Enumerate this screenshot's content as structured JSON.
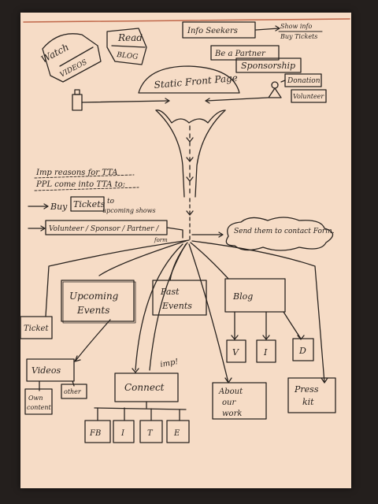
{
  "colors": {
    "paper": "#f6dcc6",
    "ink": "#2a2420",
    "margin_line": "#c0674a",
    "background": "#241f1d"
  },
  "top": {
    "watch": "Watch",
    "videos": "VIDEOS",
    "read": "Read",
    "blog": "BLOG",
    "info_seekers": "Info Seekers",
    "show_info": "Show info",
    "buy_tickets": "Buy Tickets",
    "be_a_partner": "Be a Partner",
    "sponsorship": "Sponsorship",
    "donation": "Donation",
    "volunteer": "Volunteer",
    "static_front_page": "Static Front Page"
  },
  "reasons": {
    "heading_1": "Imp reasons for TTA",
    "heading_2": "PPL come into TTA to:",
    "buy": "Buy",
    "tickets": "Tickets",
    "to": "to",
    "upcoming_shows": "upcoming shows",
    "partner_options": "Volunteer / Sponsor / Partner /",
    "form": "form",
    "send_to_form": "Send them to contact Form."
  },
  "nodes": {
    "upcoming_events": "Upcoming Events",
    "past_events": "Past Events",
    "blog": "Blog",
    "v": "V",
    "i": "I",
    "d": "D",
    "ticket": "Ticket",
    "videos": "Videos",
    "own_content": "Own content",
    "other": "other",
    "connect": "Connect",
    "imp": "imp!",
    "about_our_work": "About our work",
    "press_kit": "Press kit",
    "fb": "FB",
    "i_social": "I",
    "t": "T",
    "e": "E"
  }
}
